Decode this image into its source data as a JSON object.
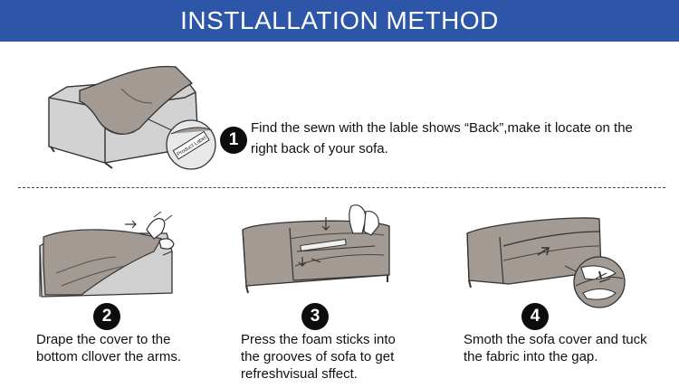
{
  "header": {
    "title": "INSTLALLATION METHOD",
    "bg_color": "#2d55a8"
  },
  "tag": {
    "text": "Product Label"
  },
  "steps": [
    {
      "number": "1",
      "text_lines": [
        "Find the sewn with the lable shows “Back”,make it locate on the",
        "right back of your sofa."
      ]
    },
    {
      "number": "2",
      "text_lines": [
        "Drape the cover to the",
        "bottom cllover the arms."
      ]
    },
    {
      "number": "3",
      "text_lines": [
        "Press the foam sticks into",
        "the grooves of sofa to get",
        "refreshvisual sffect."
      ]
    },
    {
      "number": "4",
      "text_lines": [
        "Smoth the sofa cover and tuck",
        "the fabric into the gap."
      ]
    }
  ],
  "colors": {
    "sofa_taupe": "#a39a93",
    "sofa_gray": "#cfcfcf",
    "badge": "#0d0d0d"
  }
}
